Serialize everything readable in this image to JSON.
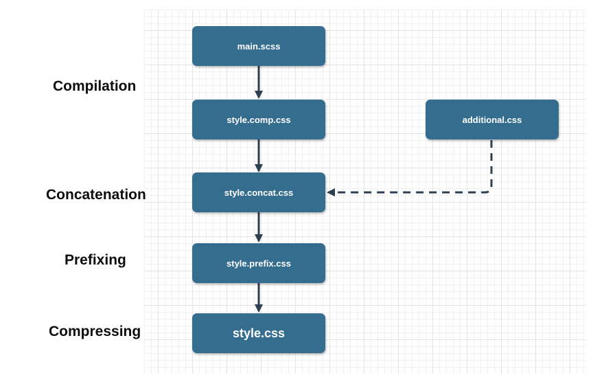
{
  "stages": {
    "compilation": "Compilation",
    "concatenation": "Concatenation",
    "prefixing": "Prefixing",
    "compressing": "Compressing"
  },
  "nodes": {
    "main": "main.scss",
    "comp": "style.comp.css",
    "additional": "additional.css",
    "concat": "style.concat.css",
    "prefix": "style.prefix.css",
    "final": "style.css"
  },
  "colors": {
    "node_fill": "#356d8f",
    "arrow": "#2e3f52",
    "text_on_node": "#ffffff"
  }
}
